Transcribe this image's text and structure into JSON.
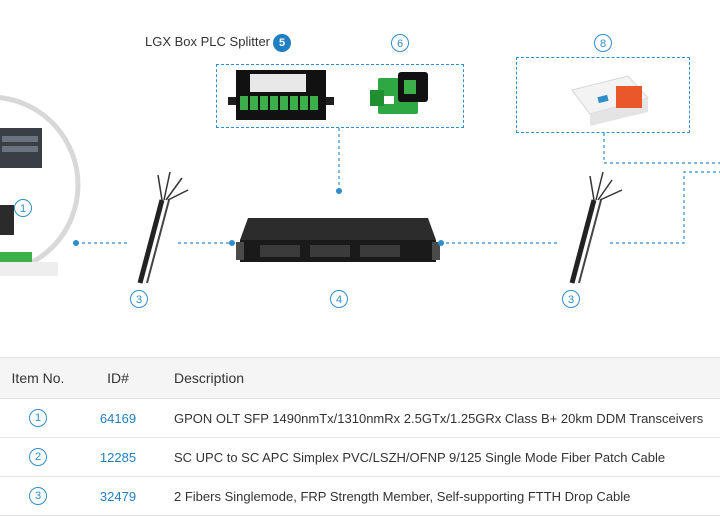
{
  "diagram": {
    "splitter_label": "LGX Box PLC Splitter",
    "markers": {
      "m1": "1",
      "m3_left": "3",
      "m4": "4",
      "m3_right": "3",
      "m5": "5",
      "m6": "6",
      "m8": "8"
    },
    "accent_color": "#2f8ec9"
  },
  "table": {
    "headers": {
      "item_no": "Item No.",
      "id": "ID#",
      "description": "Description"
    },
    "rows": [
      {
        "item": "1",
        "id": "64169",
        "description": "GPON OLT SFP 1490nmTx/1310nmRx 2.5GTx/1.25GRx Class B+ 20km DDM Transceivers"
      },
      {
        "item": "2",
        "id": "12285",
        "description": "SC UPC to SC APC Simplex PVC/LSZH/OFNP 9/125 Single Mode Fiber Patch Cable"
      },
      {
        "item": "3",
        "id": "32479",
        "description": "2 Fibers Singlemode, FRP Strength Member, Self-supporting FTTH Drop Cable"
      }
    ]
  }
}
